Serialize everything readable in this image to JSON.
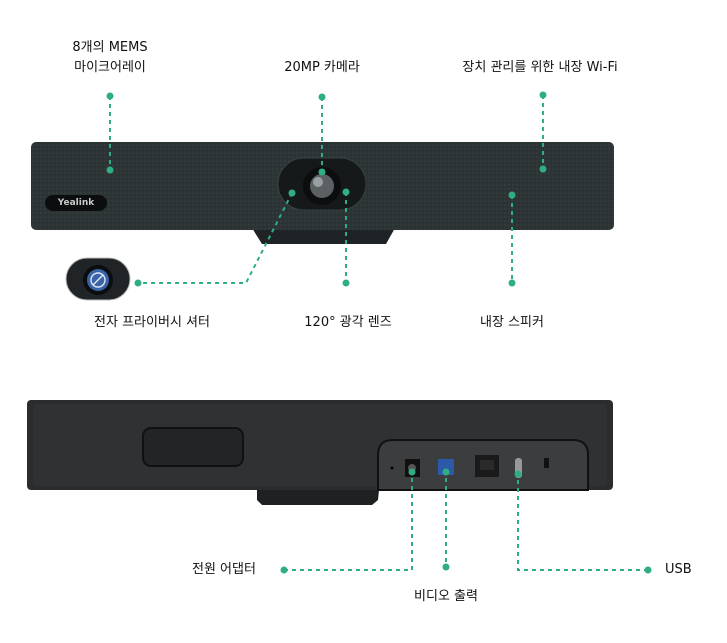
{
  "colors": {
    "accent": "#2fae84",
    "device": "#2c3436",
    "device_back": "#2a2c2d"
  },
  "front": {
    "brand": "Yealink",
    "callouts": {
      "mic_array": [
        "8개의 MEMS",
        "마이크어레이"
      ],
      "camera": "20MP 카메라",
      "wifi": "장치 관리를 위한 내장 Wi-Fi",
      "privacy_shutter": "전자 프라이버시 셔터",
      "lens": "120° 광각 렌즈",
      "speaker": "내장 스피커"
    }
  },
  "back": {
    "callouts": {
      "power": "전원 어댑터",
      "video_out": "비디오 출력",
      "usb": "USB"
    }
  }
}
